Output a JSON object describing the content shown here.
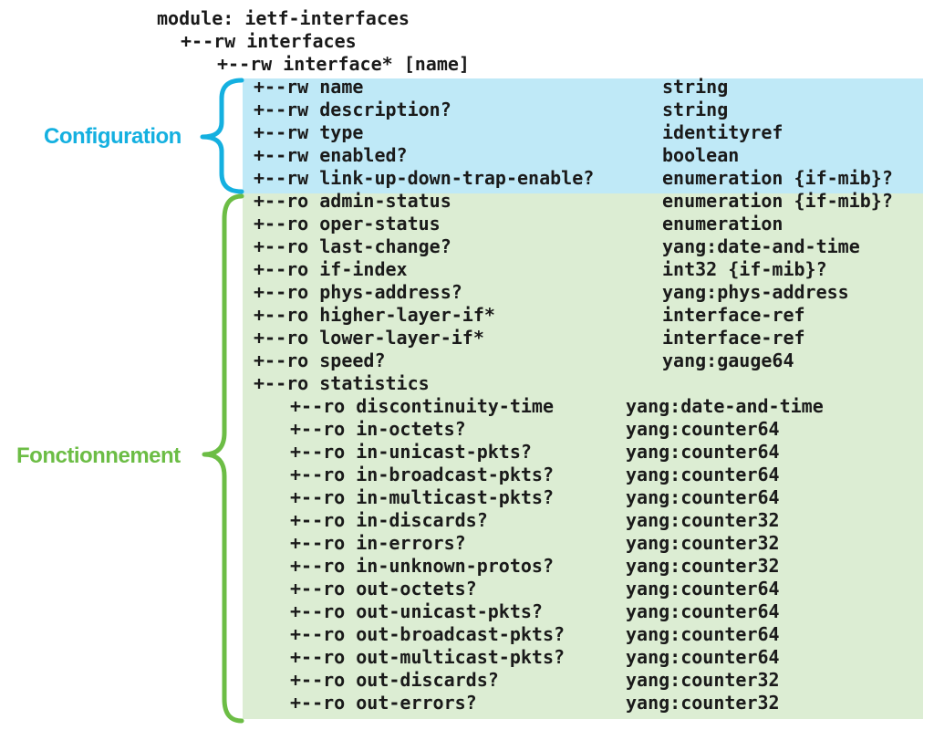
{
  "header": {
    "module": "module: ietf-interfaces",
    "container": "+--rw interfaces",
    "list": "+--rw interface* [name]"
  },
  "groups": {
    "configuration": "Configuration",
    "operational": "Fonctionnement"
  },
  "colors": {
    "configuration_text": "#14b0e0",
    "configuration_band": "#bfe9f7",
    "operational_text": "#6cbd45",
    "operational_band": "#dcedd3"
  },
  "config_rows": [
    {
      "node": "+--rw name",
      "type": "string"
    },
    {
      "node": "+--rw description?",
      "type": "string"
    },
    {
      "node": "+--rw type",
      "type": "identityref"
    },
    {
      "node": "+--rw enabled?",
      "type": "boolean"
    },
    {
      "node": "+--rw link-up-down-trap-enable?",
      "type": "enumeration {if-mib}?"
    }
  ],
  "state_rows": [
    {
      "node": "+--ro admin-status",
      "type": "enumeration {if-mib}?"
    },
    {
      "node": "+--ro oper-status",
      "type": "enumeration"
    },
    {
      "node": "+--ro last-change?",
      "type": "yang:date-and-time"
    },
    {
      "node": "+--ro if-index",
      "type": "int32 {if-mib}?"
    },
    {
      "node": "+--ro phys-address?",
      "type": "yang:phys-address"
    },
    {
      "node": "+--ro higher-layer-if*",
      "type": "interface-ref"
    },
    {
      "node": "+--ro lower-layer-if*",
      "type": "interface-ref"
    },
    {
      "node": "+--ro speed?",
      "type": "yang:gauge64"
    },
    {
      "node": "+--ro statistics",
      "type": ""
    }
  ],
  "statistics_rows": [
    {
      "node": "+--ro discontinuity-time",
      "type": "yang:date-and-time"
    },
    {
      "node": "+--ro in-octets?",
      "type": "yang:counter64"
    },
    {
      "node": "+--ro in-unicast-pkts?",
      "type": "yang:counter64"
    },
    {
      "node": "+--ro in-broadcast-pkts?",
      "type": "yang:counter64"
    },
    {
      "node": "+--ro in-multicast-pkts?",
      "type": "yang:counter64"
    },
    {
      "node": "+--ro in-discards?",
      "type": "yang:counter32"
    },
    {
      "node": "+--ro in-errors?",
      "type": "yang:counter32"
    },
    {
      "node": "+--ro in-unknown-protos?",
      "type": "yang:counter32"
    },
    {
      "node": "+--ro out-octets?",
      "type": "yang:counter64"
    },
    {
      "node": "+--ro out-unicast-pkts?",
      "type": "yang:counter64"
    },
    {
      "node": "+--ro out-broadcast-pkts?",
      "type": "yang:counter64"
    },
    {
      "node": "+--ro out-multicast-pkts?",
      "type": "yang:counter64"
    },
    {
      "node": "+--ro out-discards?",
      "type": "yang:counter32"
    },
    {
      "node": "+--ro out-errors?",
      "type": "yang:counter32"
    }
  ]
}
